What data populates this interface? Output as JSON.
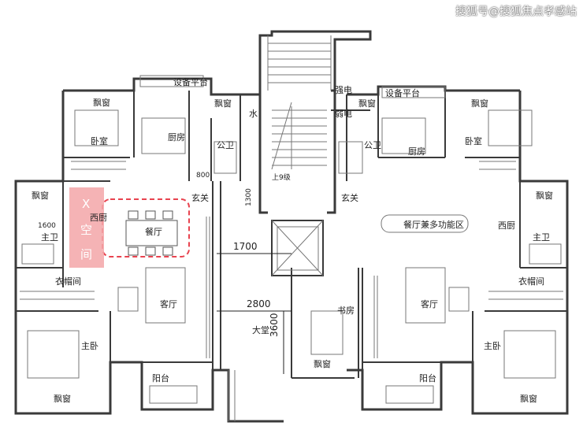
{
  "watermark": "搜狐号@搜狐焦点孝感站",
  "colors": {
    "wall": "#3a3a3a",
    "thin": "#777777",
    "highlight": "#e8434f",
    "tag_bg": "#f3a6a8"
  },
  "left_unit": {
    "bay_window_bedroom_top": "飘窗",
    "bedroom": "卧室",
    "kitchen": "厨房",
    "equipment_platform": "设备平台",
    "bay_window_kitchen": "飘窗",
    "water": "水",
    "public_bath": "公卫",
    "dim_800": "800",
    "foyer": "玄关",
    "bay_window_side": "飘窗",
    "dim_1600": "1600",
    "west_kitchen": "西厨",
    "dining": "餐厅",
    "master_bath": "主卫",
    "cloakroom": "衣帽间",
    "living": "客厅",
    "master_bedroom": "主卧",
    "bay_window_bottom": "飘窗",
    "balcony": "阳台",
    "x_space_tag": [
      "X",
      "空",
      "间"
    ]
  },
  "core": {
    "up_stairs": "上9级",
    "strong_current": "强电",
    "weak_current": "弱电",
    "dim_1300": "1300",
    "dim_1700": "1700",
    "dim_2800": "2800",
    "dim_3600": "3600",
    "lobby": "大堂"
  },
  "right_unit": {
    "equipment_platform": "设备平台",
    "bay_window_kitchen": "飘窗",
    "bay_window_bedroom_top": "飘窗",
    "kitchen": "厨房",
    "bedroom": "卧室",
    "public_bath": "公卫",
    "foyer": "玄关",
    "dining_multi": "餐厅兼多功能区",
    "bay_window_side": "飘窗",
    "west_kitchen": "西厨",
    "master_bath": "主卫",
    "cloakroom": "衣帽间",
    "study": "书房",
    "living": "客厅",
    "bay_window_study": "飘窗",
    "master_bedroom": "主卧",
    "balcony": "阳台",
    "bay_window_bottom": "飘窗"
  }
}
